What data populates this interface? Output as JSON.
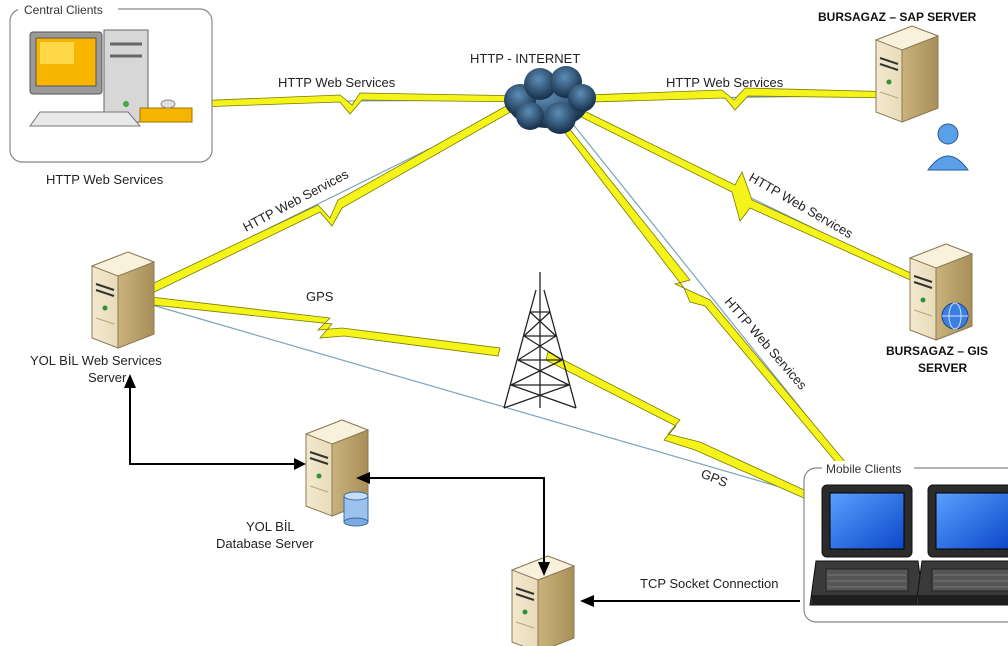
{
  "nodes": {
    "central_clients_group": "Central Clients",
    "central_clients_caption": "HTTP Web Services",
    "internet": "HTTP - INTERNET",
    "sap_server": "BURSAGAZ – SAP SERVER",
    "gis_server_line1": "BURSAGAZ – GIS",
    "gis_server_line2": "SERVER",
    "web_services_server_line1": "YOL BİL Web Services",
    "web_services_server_line2": "Server",
    "database_server_line1": "YOL BİL",
    "database_server_line2": "Database Server",
    "mobile_clients_group": "Mobile Clients"
  },
  "connections": {
    "central_to_internet": "HTTP Web Services",
    "internet_to_sap": "HTTP Web Services",
    "internet_to_gis": "HTTP Web Services",
    "ws_to_internet": "HTTP Web Services",
    "internet_to_mobile": "HTTP Web Services",
    "ws_gps": "GPS",
    "mobile_gps": "GPS",
    "tcp": "TCP Socket Connection"
  }
}
